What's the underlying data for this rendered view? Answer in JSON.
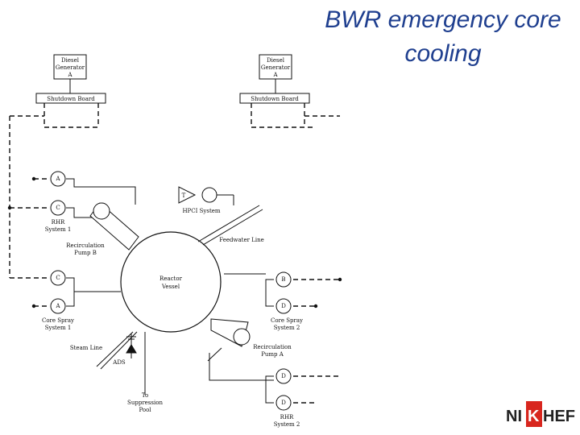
{
  "title": {
    "line1": "BWR emergency core",
    "line2": "cooling"
  },
  "diagram": {
    "diesel_left": [
      "Diesel",
      "Generator",
      "A"
    ],
    "diesel_right": [
      "Diesel",
      "Generator",
      "A"
    ],
    "shutdown_left": "Shutdown Board",
    "shutdown_right": "Shutdown Board",
    "reactor": [
      "Reactor",
      "Vessel"
    ],
    "rhr1": [
      "RHR",
      "System 1"
    ],
    "rhr2": [
      "RHR",
      "System 2"
    ],
    "hpci": "HPCI System",
    "turbine_letter": "T",
    "feedwater": "Feedwater Line",
    "recirc_b": [
      "Recirculation",
      "Pump B"
    ],
    "recirc_a": [
      "Recirculation",
      "Pump A"
    ],
    "core_spray1": [
      "Core Spray",
      "System 1"
    ],
    "core_spray2": [
      "Core Spray",
      "System 2"
    ],
    "steam_line": "Steam Line",
    "ads": "ADS",
    "suppression": [
      "To",
      "Suppression",
      "Pool"
    ],
    "pump_left_1": "A",
    "pump_left_2": "C",
    "pump_left_3": "C",
    "pump_left_4": "A",
    "pump_right_1": "B",
    "pump_right_2": "D",
    "pump_right_3": "D",
    "pump_right_4": "D"
  },
  "logo": {
    "text": "NIKHEF",
    "accent_color": "#d8261e"
  },
  "colors": {
    "title": "#1f3f8f",
    "line": "#111111"
  }
}
